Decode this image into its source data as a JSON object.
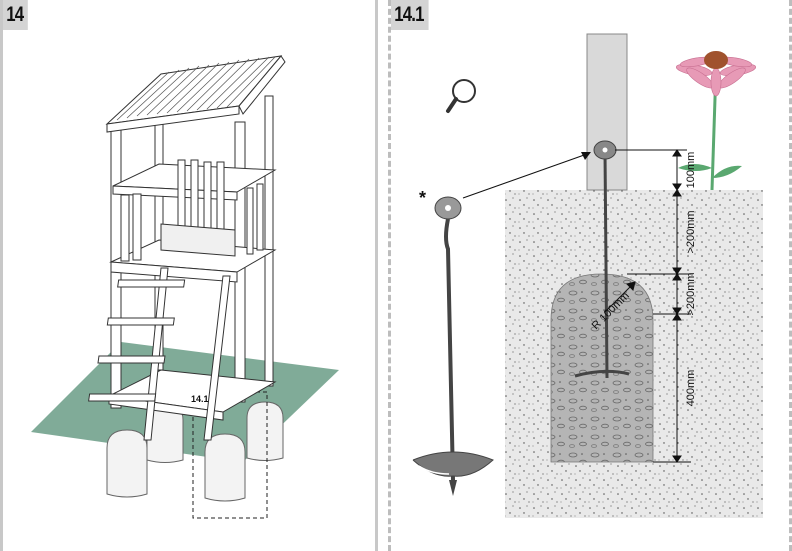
{
  "panels": {
    "left": {
      "step_label": "14",
      "detail_ref": "14.1"
    },
    "right": {
      "step_label": "14.1",
      "asterisk": "*",
      "dimensions": {
        "d1": "100mm",
        "d2": ">200mm",
        "d3": ">200mm",
        "d4": "400mm",
        "radius": "R 100mm"
      }
    }
  },
  "colors": {
    "ground": "#6a9c86",
    "soil": "#e9e9e9",
    "concrete": "#b5b5b5",
    "post": "#d9d9d9",
    "flower_petal": "#e79ab6",
    "flower_center": "#a0522d",
    "stem": "#5aa870"
  },
  "icons": [
    "magnifier-icon"
  ]
}
